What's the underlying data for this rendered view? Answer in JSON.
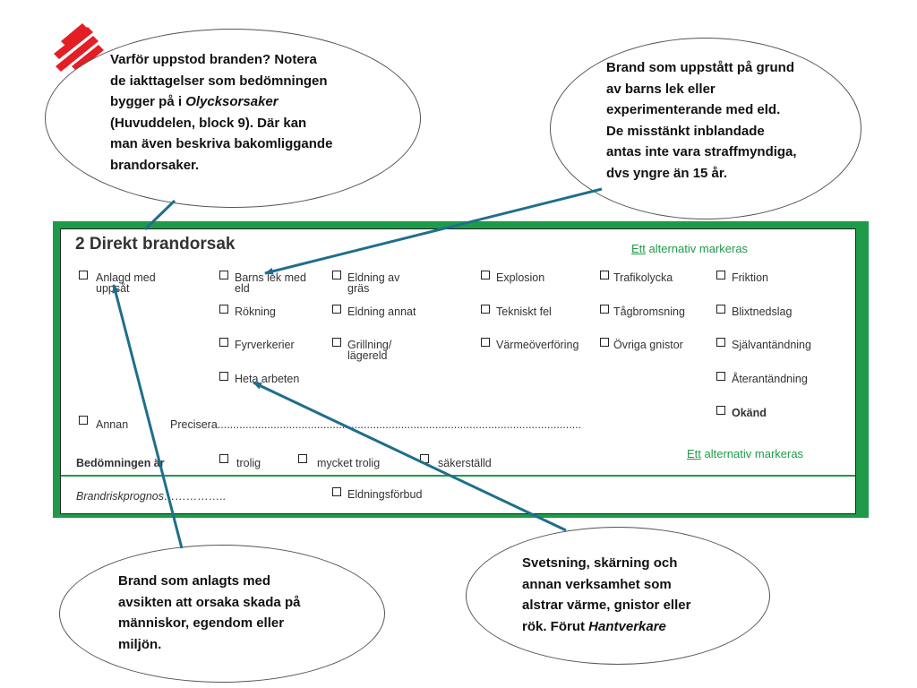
{
  "form": {
    "title": "2 Direkt brandorsak",
    "hint1_underline": "Ett",
    "hint1_rest": " alternativ markeras",
    "hint2_underline": "Ett",
    "hint2_rest": " alternativ markeras",
    "options": {
      "anlagd_l1": "Anlagd med",
      "anlagd_l2": "uppsåt",
      "barns_l1": "Barns lek med",
      "barns_l2": "eld",
      "eldning_gras_l1": "Eldning av",
      "eldning_gras_l2": "gräs",
      "explosion": "Explosion",
      "trafikolycka": "Trafikolycka",
      "friktion": "Friktion",
      "rokning": "Rökning",
      "eldning_annat": "Eldning annat",
      "tekniskt_fel": "Tekniskt fel",
      "tagbromsning": "Tågbromsning",
      "blixtnedslag": "Blixtnedslag",
      "fyrverkerier": "Fyrverkerier",
      "grillning_l1": "Grillning/",
      "grillning_l2": "lägereld",
      "varmeoverforing": "Värmeöverföring",
      "ovriga_gnistor": "Övriga gnistor",
      "sjalvantandning": "Självantändning",
      "heta_arbeten": "Heta arbeten",
      "aterantandning": "Återantändning",
      "okand": "Okänd",
      "annan": "Annan",
      "precisera": "Precisera.....................................................................................................................",
      "bedomningen": "Bedömningen är",
      "trolig": "trolig",
      "mycket_trolig": "mycket trolig",
      "sakerstalld": "säkerställd",
      "brandriskprognos": "Brandriskprognos……………..",
      "eldningsforbud": "Eldningsförbud"
    }
  },
  "callouts": {
    "top_left": {
      "line1": "Varför uppstod branden? Notera",
      "line2": "de iakttagelser som bedömningen",
      "line3_pre": "bygger på i ",
      "line3_ital": "Olycksorsaker",
      "line4": "(Huvuddelen, block 9). Där kan",
      "line5": "man även beskriva bakomliggande",
      "line6": "brandorsaker."
    },
    "top_right": {
      "line1": "Brand som uppstått på grund",
      "line2": "av barns lek eller",
      "line3": "experimenterande med eld.",
      "line4": "De misstänkt inblandade",
      "line5": "antas inte vara straffmyndiga,",
      "line6": "dvs yngre än 15 år."
    },
    "bottom_left": {
      "line1": "Brand som anlagts med",
      "line2": "avsikten att orsaka skada på",
      "line3": "människor, egendom eller",
      "line4": "miljön."
    },
    "bottom_right": {
      "line1": "Svetsning, skärning och",
      "line2": "annan verksamhet som",
      "line3": "alstrar värme, gnistor eller",
      "line4_pre": "rök. Förut ",
      "line4_ital": "Hantverkare"
    }
  },
  "colors": {
    "form_border": "#1e9b48",
    "arrow": "#1f6e8c",
    "logo": "#e31e24"
  }
}
